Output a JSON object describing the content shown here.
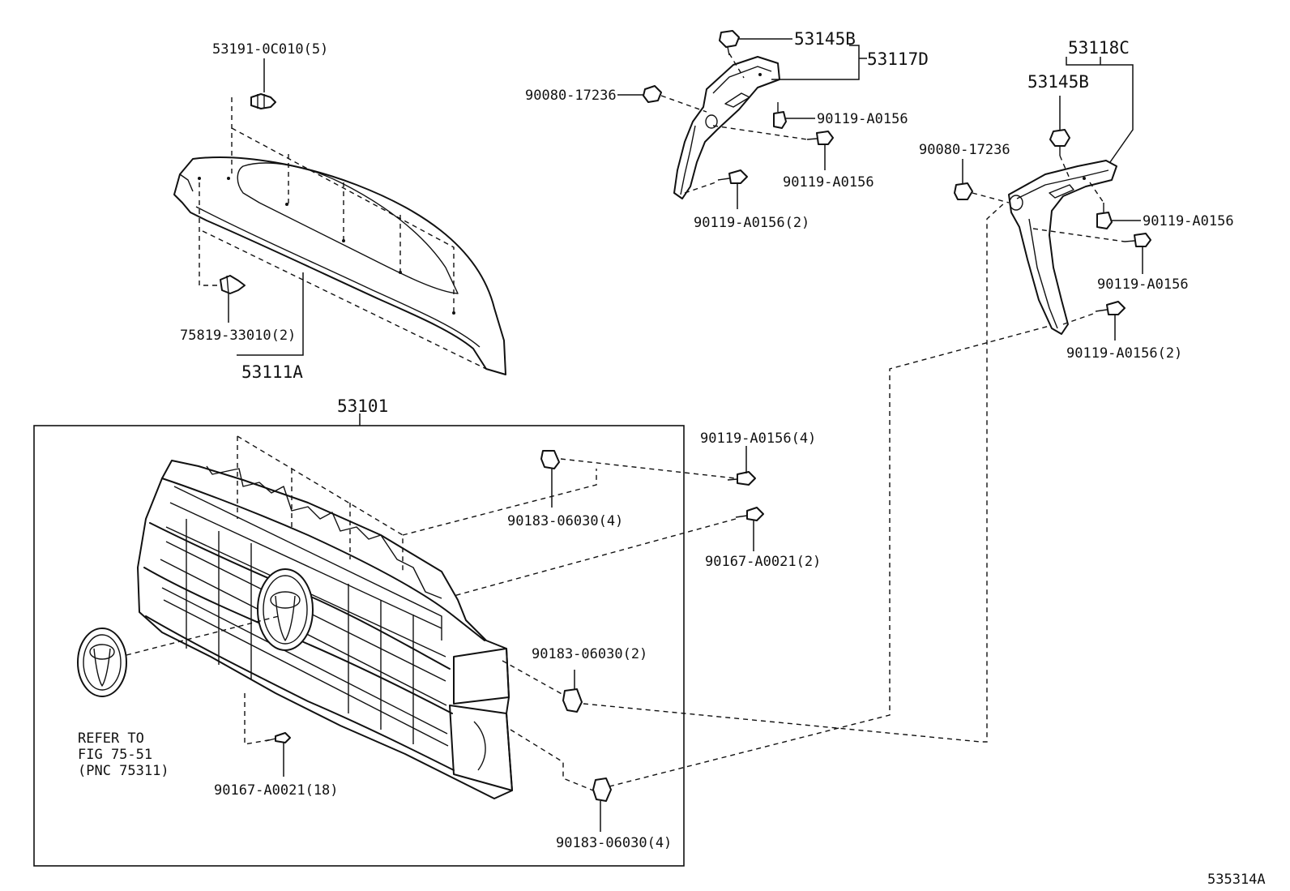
{
  "diagram_id": "535314A",
  "labels": {
    "clip_top": "53191-0C010(5)",
    "clip_molding": "75819-33010(2)",
    "molding": "53111A",
    "grille": "53101",
    "emblem_ref_1": "REFER TO",
    "emblem_ref_2": "FIG 75-51",
    "emblem_ref_3": "(PNC 75311)",
    "screw_lower": "90167-A0021(18)",
    "nut_upper_grille": "90183-06030(4)",
    "bolt_upper_grille": "90119-A0156(4)",
    "screw_side": "90167-A0021(2)",
    "nut_side_mid": "90183-06030(2)",
    "nut_side_low": "90183-06030(4)",
    "bracket_l": "53117D",
    "bracket_l_clip": "53145B",
    "bracket_l_nut": "90080-17236",
    "bracket_l_bolt_1": "90119-A0156",
    "bracket_l_bolt_2": "90119-A0156",
    "bracket_l_bolt_3": "90119-A0156(2)",
    "bracket_r": "53118C",
    "bracket_r_clip": "53145B",
    "bracket_r_nut": "90080-17236",
    "bracket_r_bolt_1": "90119-A0156",
    "bracket_r_bolt_2": "90119-A0156",
    "bracket_r_bolt_3": "90119-A0156(2)"
  }
}
